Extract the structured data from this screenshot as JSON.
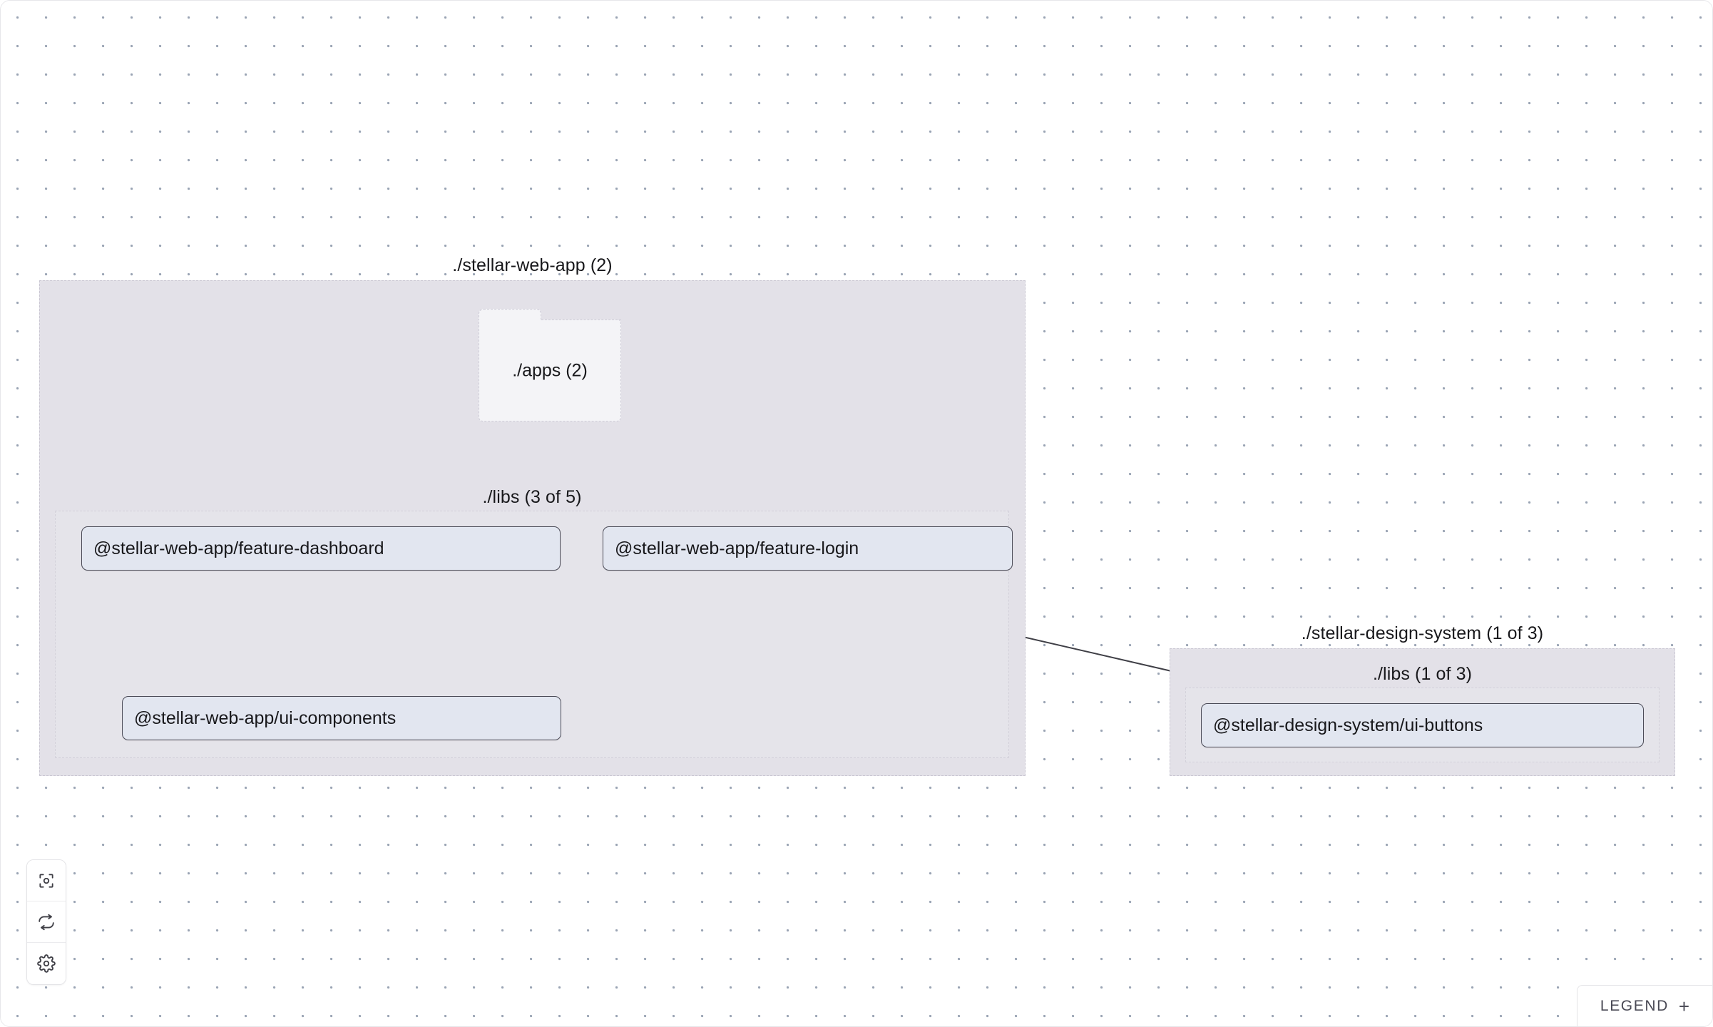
{
  "app": {
    "name": "nx-dependency-graph",
    "background": "#ffffff",
    "dot_color": "#9aa4b4",
    "group_fill": "#e3e1e8",
    "node_fill": "#e2e6f0",
    "node_border": "#4b4b57",
    "folder_fill": "#f4f4f7",
    "edge_color": "#3f3f46"
  },
  "graph": {
    "projects": [
      {
        "id": "stellar-web-app",
        "label": "./stellar-web-app (2)",
        "folders": [
          {
            "id": "apps",
            "label": "./apps (2)"
          }
        ],
        "directories": [
          {
            "id": "stellar-web-app-libs",
            "label": "./libs (3 of 5)",
            "nodes": [
              {
                "id": "feature-dashboard",
                "label": "@stellar-web-app/feature-dashboard"
              },
              {
                "id": "feature-login",
                "label": "@stellar-web-app/feature-login"
              },
              {
                "id": "ui-components",
                "label": "@stellar-web-app/ui-components"
              }
            ]
          }
        ]
      },
      {
        "id": "stellar-design-system",
        "label": "./stellar-design-system (1 of 3)",
        "folders": [],
        "directories": [
          {
            "id": "design-system-libs",
            "label": "./libs (1 of 3)",
            "nodes": [
              {
                "id": "ui-buttons",
                "label": "@stellar-design-system/ui-buttons"
              }
            ]
          }
        ]
      }
    ],
    "edges": [
      {
        "from": "apps",
        "to": "feature-dashboard",
        "style": "dashed"
      },
      {
        "from": "apps",
        "to": "feature-login",
        "style": "dashed"
      },
      {
        "from": "feature-dashboard",
        "to": "ui-components",
        "style": "solid"
      },
      {
        "from": "feature-login",
        "to": "ui-components",
        "style": "solid"
      },
      {
        "from": "feature-login",
        "to": "ui-buttons",
        "style": "solid"
      }
    ]
  },
  "controls": {
    "focus": {
      "icon": "focus-target-icon",
      "title": "Focus graph"
    },
    "refresh": {
      "icon": "refresh-icon",
      "title": "Refresh graph"
    },
    "settings": {
      "icon": "gear-icon",
      "title": "Settings"
    }
  },
  "legend": {
    "label": "LEGEND",
    "expand_glyph": "+"
  }
}
